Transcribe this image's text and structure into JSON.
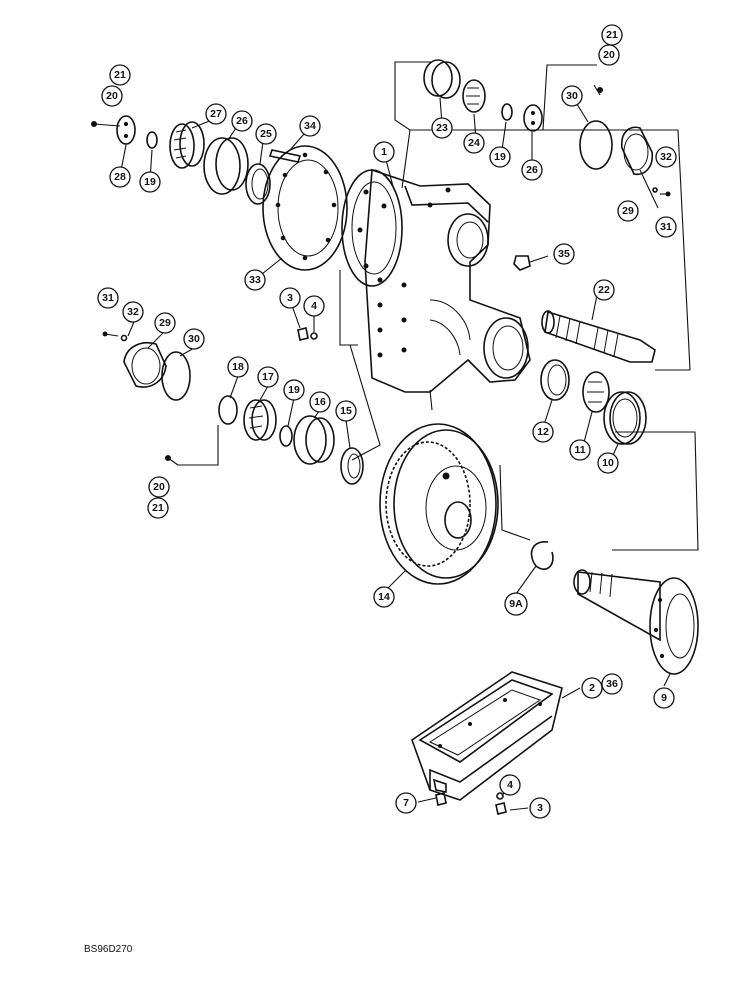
{
  "figure_code": "BS96D270",
  "callouts": {
    "c1": "1",
    "c2": "2",
    "c3a": "3",
    "c3b": "3",
    "c4a": "4",
    "c4b": "4",
    "c7": "7",
    "c9": "9",
    "c9a": "9A",
    "c10": "10",
    "c11": "11",
    "c12": "12",
    "c14": "14",
    "c15": "15",
    "c16": "16",
    "c17": "17",
    "c18": "18",
    "c19a": "19",
    "c19b": "19",
    "c19c": "19",
    "c20a": "20",
    "c20b": "20",
    "c20c": "20",
    "c21a": "21",
    "c21b": "21",
    "c21c": "21",
    "c22": "22",
    "c23": "23",
    "c24": "24",
    "c25": "25",
    "c26a": "26",
    "c26b": "26",
    "c27": "27",
    "c28": "28",
    "c29a": "29",
    "c29b": "29",
    "c30a": "30",
    "c30b": "30",
    "c31a": "31",
    "c31b": "31",
    "c32a": "32",
    "c32b": "32",
    "c33": "33",
    "c34": "34",
    "c35": "35",
    "c36": "36"
  }
}
